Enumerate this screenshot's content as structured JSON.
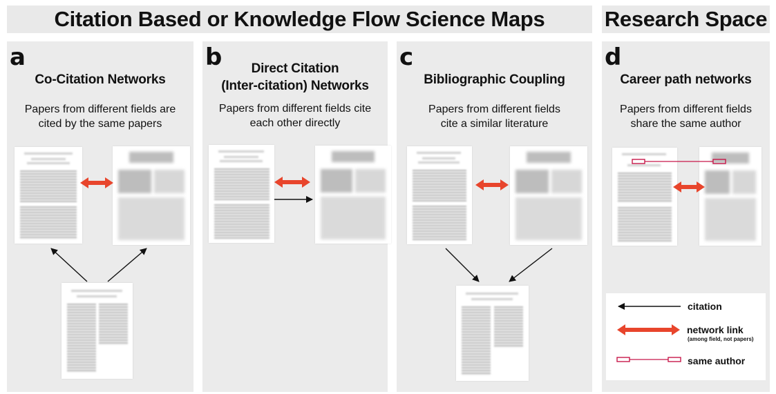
{
  "header": {
    "left_title": "Citation Based or Knowledge Flow Science Maps",
    "right_title": "Research Space"
  },
  "panels": [
    {
      "letter": "a",
      "title": "Co-Citation Networks",
      "desc_line1": "Papers from different fields are",
      "desc_line2": "cited by the same papers"
    },
    {
      "letter": "b",
      "title_line1": "Direct Citation",
      "title_line2": "(Inter-citation) Networks",
      "desc_line1": "Papers from different fields cite",
      "desc_line2": "each other directly"
    },
    {
      "letter": "c",
      "title": "Bibliographic Coupling",
      "desc_line1": "Papers from different fields",
      "desc_line2": "cite a similar literature"
    },
    {
      "letter": "d",
      "title": "Career path networks",
      "desc_line1": "Papers from different fields",
      "desc_line2": "share the same author"
    }
  ],
  "legend": {
    "citation": "citation",
    "network_link": "network link",
    "network_link_note": "(among field, not papers)",
    "same_author": "same author"
  },
  "colors": {
    "network_link": "#e8452c",
    "same_author": "#c8184a",
    "panel_bg": "#ebebeb",
    "citation_arrow": "#111111"
  }
}
